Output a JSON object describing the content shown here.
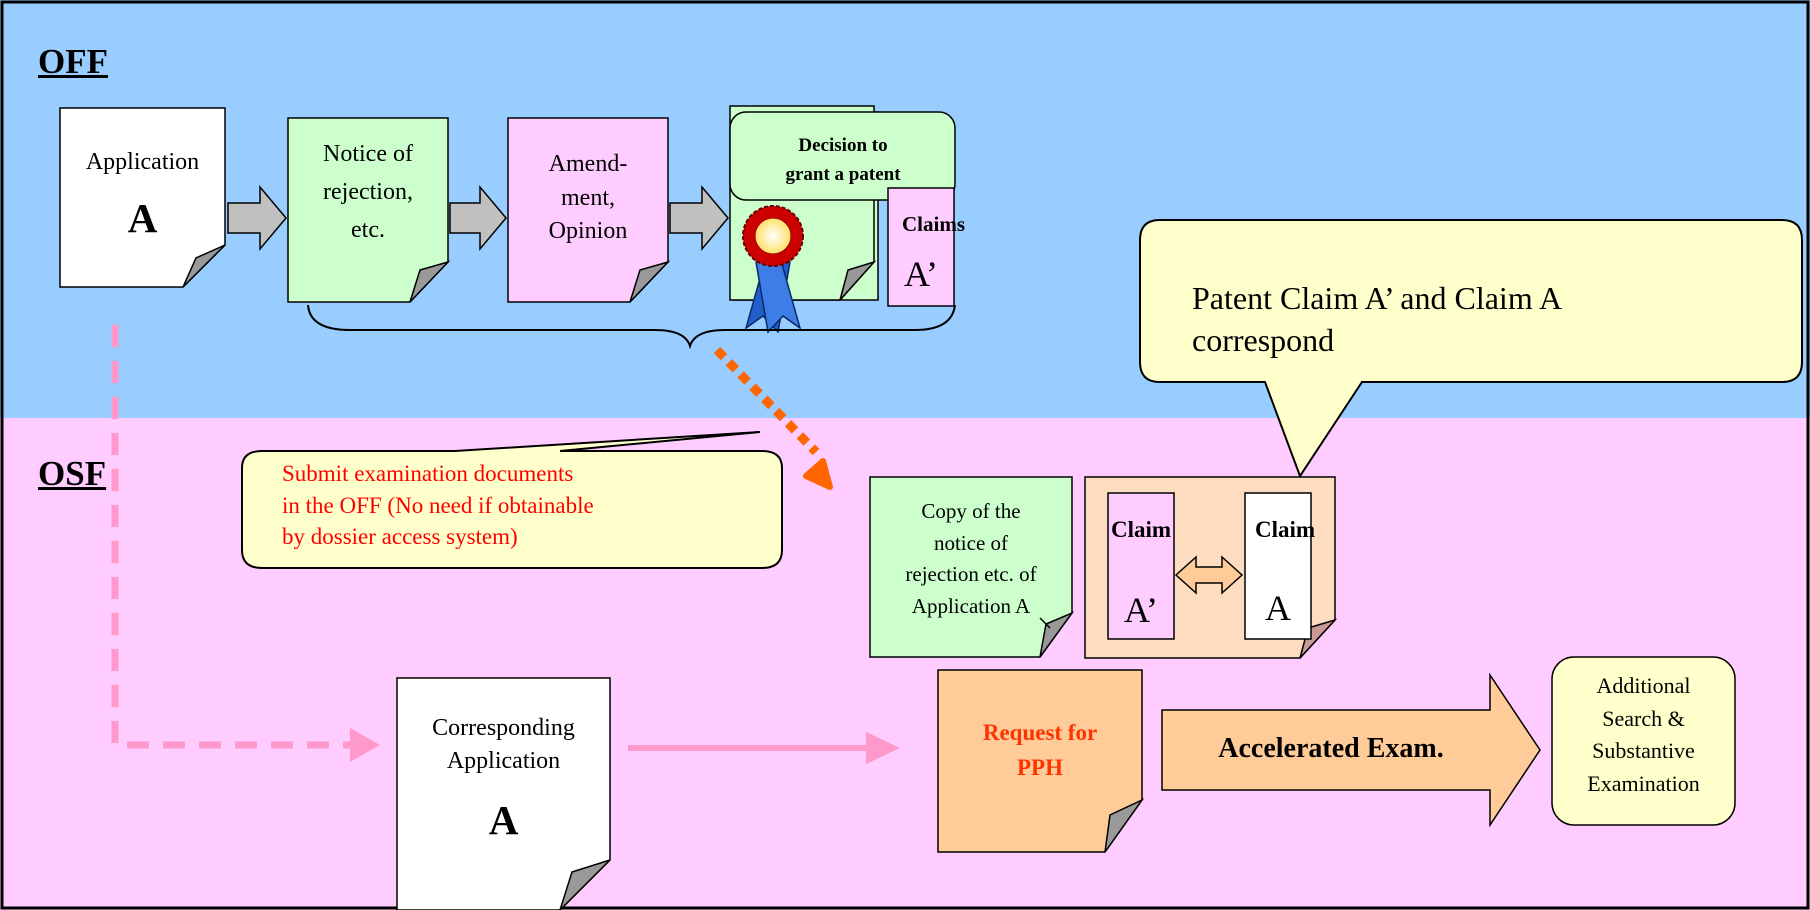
{
  "colors": {
    "off_band": "#99ccff",
    "osf_band": "#ffccff",
    "doc_green": "#ccffcc",
    "doc_pink": "#ffccff",
    "doc_white": "#ffffff",
    "doc_peach": "#ffcc99",
    "callout_fill": "#ffffcc",
    "dashed_arrow": "#ff99cc",
    "dotted_arrow": "#ff6600",
    "accent_red": "#ff0000"
  },
  "sections": {
    "off": "OFF",
    "osf": "OSF"
  },
  "off_flow": {
    "application": {
      "label": "Application",
      "letter": "A"
    },
    "notice": "Notice of\nrejection,\netc.",
    "amendment": "Amend-\nment,\nOpinion",
    "decision": "Decision to\ngrant a patent",
    "claims_title": "Claims",
    "claims_letter": "A’"
  },
  "callouts": {
    "correspond": "Patent Claim  A’ and Claim A\ncorrespond",
    "submit": "Submit examination documents\nin the OFF (No need if obtainable\nby dossier access system)"
  },
  "osf_flow": {
    "copy_doc": "Copy of the\nnotice of\nrejection etc. of\nApplication A",
    "claim_left_title": "Claim",
    "claim_left_letter": "A’",
    "claim_right_title": "Claim",
    "claim_right_letter": "A",
    "corresponding_label": "Corresponding\nApplication",
    "corresponding_letter": "A",
    "request": "Request for\nPPH",
    "accelerated": "Accelerated Exam.",
    "additional": "Additional\nSearch &\nSubstantive\nExamination"
  }
}
